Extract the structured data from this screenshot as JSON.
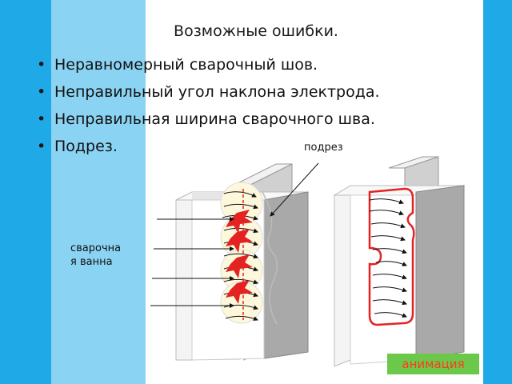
{
  "slide": {
    "title": "Возможные ошибки.",
    "bullets": [
      "Неравномерный сварочный шов.",
      "Неправильный угол наклона электрода.",
      "Неправильная ширина сварочного шва.",
      "Подрез."
    ]
  },
  "figure": {
    "label_undercut": "подрез",
    "label_pool_line1": "сварочна",
    "label_pool_line2": "я ванна"
  },
  "button": {
    "animation_label": "анимация"
  },
  "colors": {
    "stripe_dark": "#1fa9e6",
    "stripe_light": "#8bd3f3",
    "button_bg": "#6cc84a",
    "button_text": "#ff3a1a",
    "mark_red": "#e52222"
  }
}
